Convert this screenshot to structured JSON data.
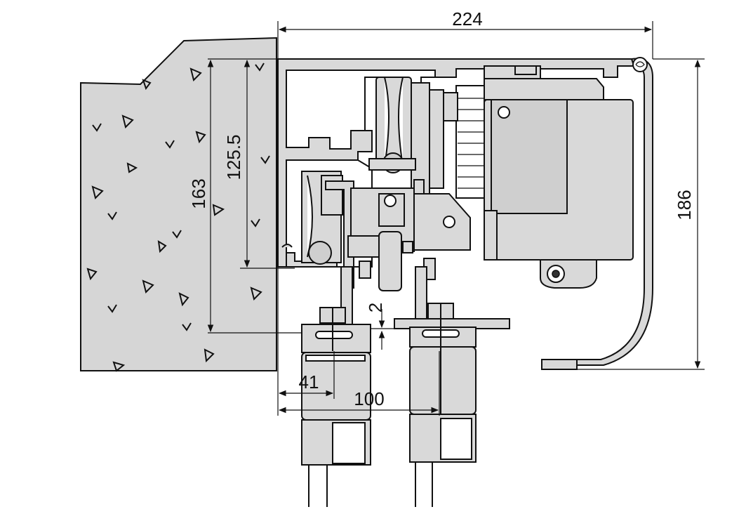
{
  "colors": {
    "concrete": "#d6d6d6",
    "metal": "#d9d9d9",
    "line": "#111111",
    "background": "#ffffff"
  },
  "dimensions": {
    "width_total": "224",
    "height_total": "186",
    "height_wall": "163",
    "height_inner": "125.5",
    "gap": "2",
    "offset_first": "41",
    "offset_second": "100"
  }
}
